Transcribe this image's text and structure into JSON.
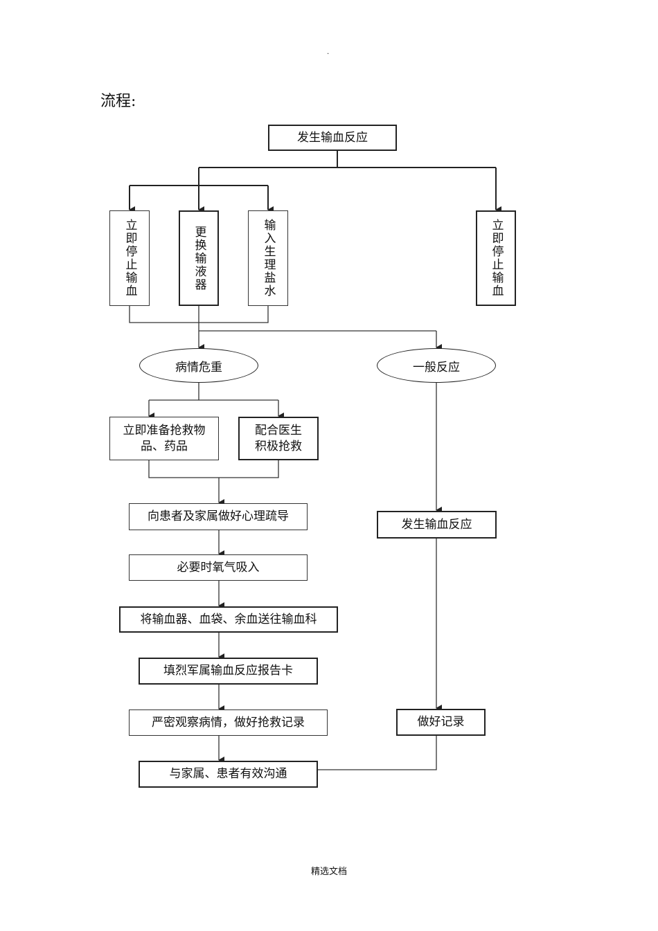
{
  "header_mark": ".",
  "title": "流程:",
  "footer": "精选文档",
  "nodes": {
    "start": "发生输血反应",
    "stop_left": "立即停止输血",
    "replace_set": "更换输液器",
    "saline": "输入生理盐水",
    "stop_right": "立即停止输血",
    "critical": "病情危重",
    "general": "一般反应",
    "prepare_rescue": "立即准备抢救物品、药品",
    "assist_doctor": "配合医生积极抢救",
    "psych_guidance": "向患者及家属做好心理疏导",
    "oxygen": "必要时氧气吸入",
    "send_blood": "将输血器、血袋、余血送往输血科",
    "report_card": "填烈军属输血反应报告卡",
    "observe": "严密观察病情，做好抢救记录",
    "reaction_right": "发生输血反应",
    "record": "做好记录",
    "communicate": "与家属、患者有效沟通"
  }
}
